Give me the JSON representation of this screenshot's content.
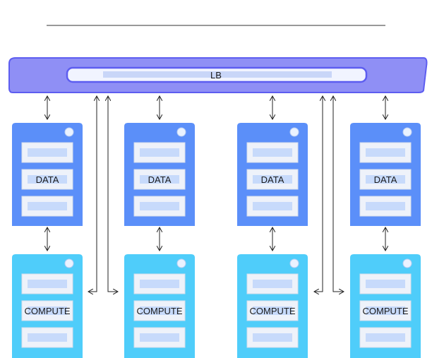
{
  "load_balancer": {
    "label": "LB",
    "color": "#8f8ff5"
  },
  "data_servers": [
    {
      "label": "DATA"
    },
    {
      "label": "DATA"
    },
    {
      "label": "DATA"
    },
    {
      "label": "DATA"
    }
  ],
  "compute_servers": [
    {
      "label": "COMPUTE"
    },
    {
      "label": "COMPUTE"
    },
    {
      "label": "COMPUTE"
    },
    {
      "label": "COMPUTE"
    }
  ],
  "colors": {
    "data_server": "#5b8ff9",
    "compute_server": "#4fcdfa",
    "slot": "#eef2fa",
    "slot_bar": "#c7dafb",
    "status_led": "#eaf2ff"
  }
}
